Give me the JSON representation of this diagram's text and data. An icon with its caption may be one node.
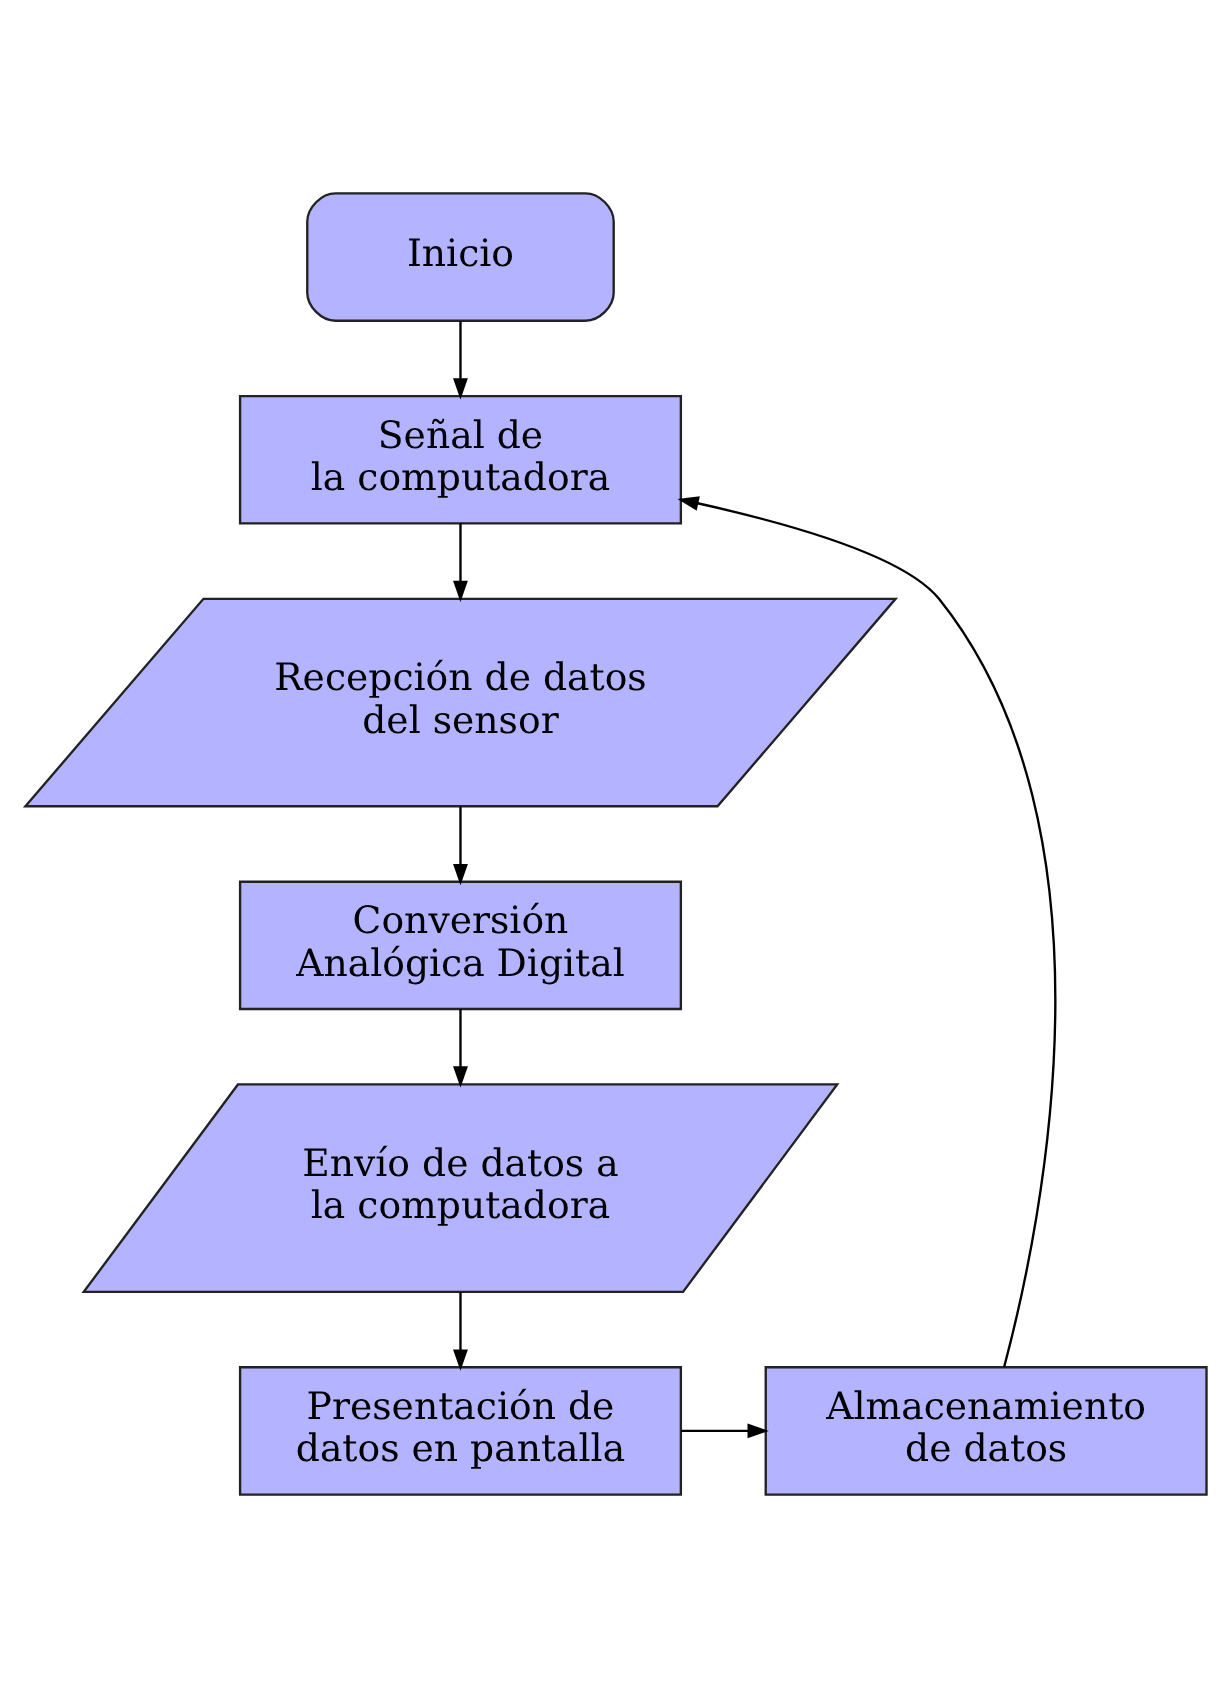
{
  "diagram": {
    "nodes": [
      {
        "text": [
          "Inicio"
        ]
      },
      {
        "text": [
          "Señal de la computadora"
        ]
      },
      {
        "text": [
          "Recepción de datos del sensor"
        ]
      },
      {
        "text": [
          "Conversión Analógica Digital"
        ]
      },
      {
        "text": [
          "Envío de datos a la computadora"
        ]
      },
      {
        "text": [
          "Presentación de datos en pantalla"
        ]
      },
      {
        "text": [
          "Almacenamiento de datos"
        ]
      }
    ],
    "edges": [
      {
        "from": 0,
        "to": 1,
        "arrow": "to"
      },
      {
        "from": 1,
        "to": 2,
        "arrow": "to"
      },
      {
        "from": 2,
        "to": 3,
        "arrow": "to"
      },
      {
        "from": 3,
        "to": 4,
        "arrow": "to"
      },
      {
        "from": 4,
        "to": 5,
        "arrow": "to"
      },
      {
        "from": 5,
        "to": 6,
        "arrow": "to"
      },
      {
        "from": 6,
        "to": 1,
        "arrow": "to"
      }
    ]
  }
}
